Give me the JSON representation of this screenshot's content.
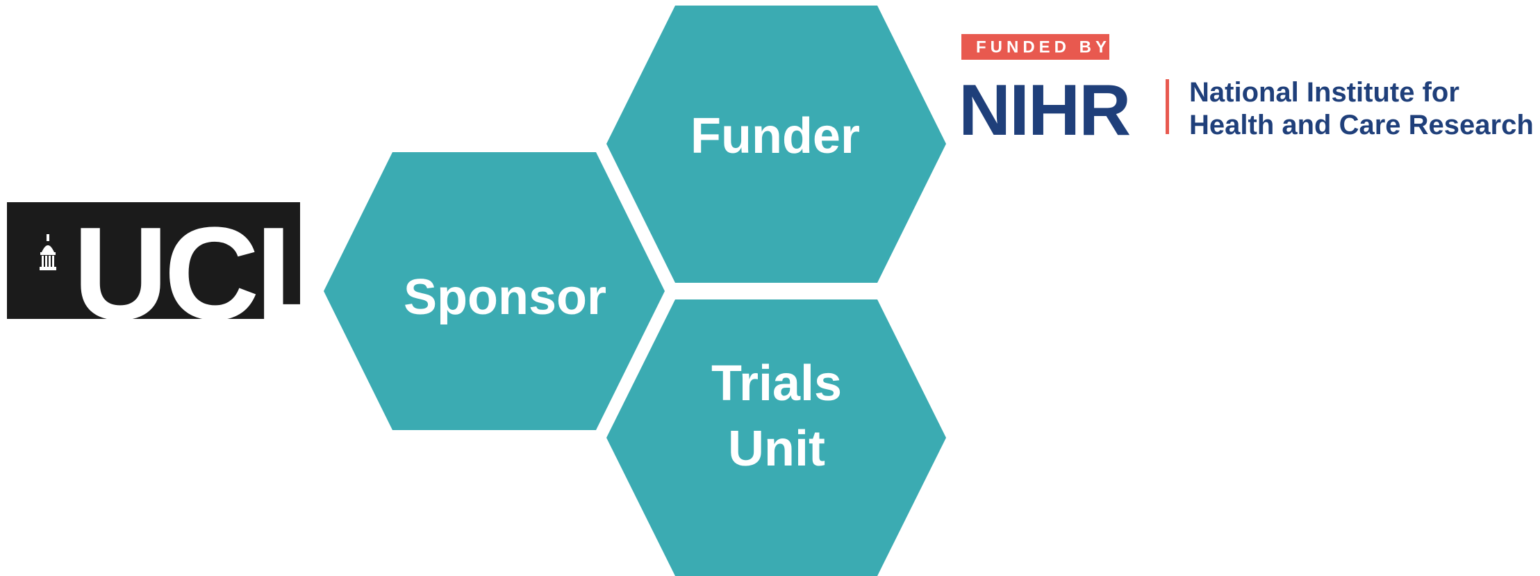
{
  "diagram": {
    "nodes": [
      {
        "id": "sponsor",
        "lines": [
          "Sponsor"
        ]
      },
      {
        "id": "funder",
        "lines": [
          "Funder"
        ]
      },
      {
        "id": "trials-unit",
        "lines": [
          "Trials",
          "Unit"
        ]
      }
    ],
    "hex_color": "#3BABB2"
  },
  "logos": {
    "ucl": {
      "text": "UCL",
      "icon": "portico-dome-icon",
      "bg_color": "#1b1b1b"
    },
    "nihr": {
      "funded_by": "FUNDED BY",
      "acronym": "NIHR",
      "name_line1": "National Institute for",
      "name_line2": "Health and Care Research",
      "accent_color": "#E8594F",
      "brand_color": "#1F3F7A"
    }
  }
}
